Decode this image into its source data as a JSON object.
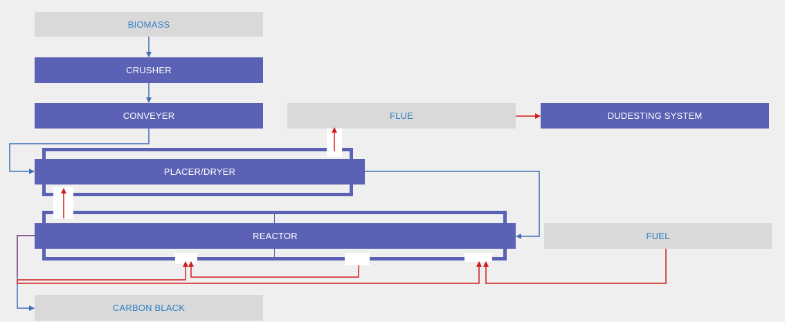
{
  "labels": {
    "biomass": "BIOMASS",
    "crusher": "CRUSHER",
    "conveyer": "CONVEYER",
    "flue": "FLUE",
    "dudesting": "DUDESTING SYSTEM",
    "placer": "PLACER/DRYER",
    "reactor": "REACTOR",
    "fuel": "FUEL",
    "carbon_black": "CARBON BLACK"
  },
  "colors": {
    "background": "#efefef",
    "gray_box": "#d9d9d9",
    "gray_text": "#2f7ec4",
    "blue_box": "#5b62b5",
    "blue_flow": "#3f6fb5",
    "red_flow": "#d01c1c",
    "purple_flow": "#6b2e7a"
  }
}
